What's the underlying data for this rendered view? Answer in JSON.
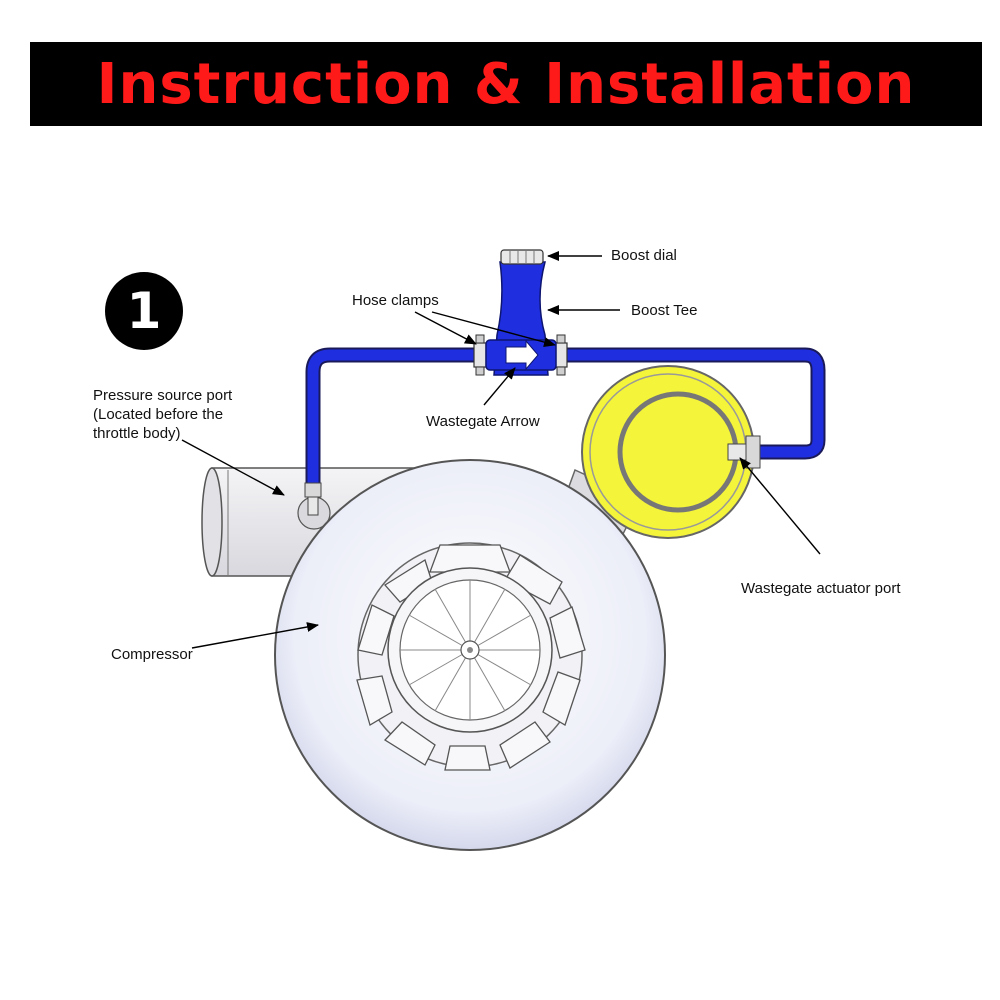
{
  "header": {
    "title": "Instruction & Installation"
  },
  "step": {
    "number": "1"
  },
  "labels": {
    "boost_dial": "Boost dial",
    "boost_tee": "Boost Tee",
    "hose_clamps": "Hose clamps",
    "wastegate_arrow": "Wastegate Arrow",
    "pressure_source_line1": "Pressure source port",
    "pressure_source_line2": "(Located before the",
    "pressure_source_line3": "throttle body)",
    "wastegate_actuator_port": "Wastegate actuator port",
    "compressor": "Compressor"
  },
  "colors": {
    "banner_bg": "#000000",
    "banner_text": "#ff1a1a",
    "hose": "#1f2fe0",
    "actuator": "#f4f43a",
    "compressor_shell": "#e6e8f5"
  }
}
